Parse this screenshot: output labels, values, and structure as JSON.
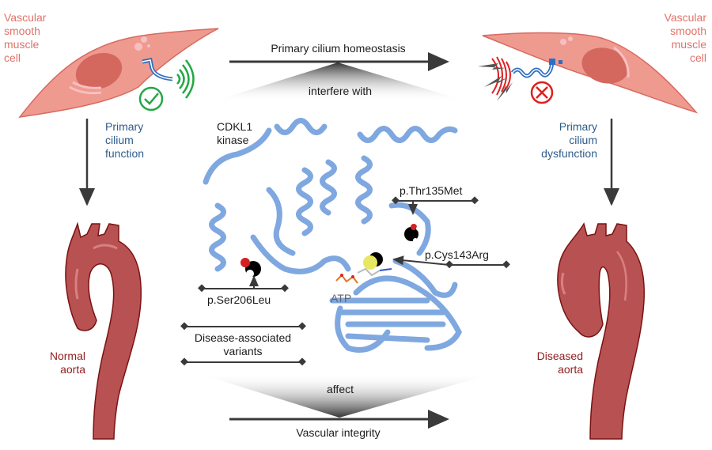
{
  "left_cell": {
    "label_lines": [
      "Vascular",
      "smooth",
      "muscle",
      "cell"
    ],
    "status_icon": "check-icon",
    "status_color": "#22a845"
  },
  "right_cell": {
    "label_lines": [
      "Vascular",
      "smooth",
      "muscle",
      "cell"
    ],
    "status_icon": "cross-icon",
    "status_color": "#e02020"
  },
  "top_arrow": {
    "label": "Primary cilium homeostasis"
  },
  "top_wedge": {
    "label": "interfere with"
  },
  "left_side": {
    "arrow_label_lines": [
      "Primary",
      "cilium",
      "function"
    ],
    "aorta_label_lines": [
      "Normal",
      "aorta"
    ]
  },
  "right_side": {
    "arrow_label_lines": [
      "Primary",
      "cilium",
      "dysfunction"
    ],
    "aorta_label_lines": [
      "Diseased",
      "aorta"
    ]
  },
  "protein": {
    "title_lines": [
      "CDKL1",
      "kinase"
    ],
    "ligand_label": "ATP",
    "variants": [
      {
        "label": "p.Thr135Met"
      },
      {
        "label": "p.Cys143Arg"
      },
      {
        "label": "p.Ser206Leu"
      }
    ]
  },
  "variants_box": {
    "label_lines": [
      "Disease-associated",
      "variants"
    ]
  },
  "bottom_wedge": {
    "label": "affect"
  },
  "bottom_arrow": {
    "label": "Vascular integrity"
  },
  "colors": {
    "cell_fill": "#ef9a8f",
    "cell_nucleus": "#d4685f",
    "aorta_fill": "#b85252",
    "aorta_outline": "#7a1212",
    "protein_blue": "#7fa8e0",
    "cilium_blue": "#2f6fc0",
    "arrow": "#3a3a3a"
  }
}
